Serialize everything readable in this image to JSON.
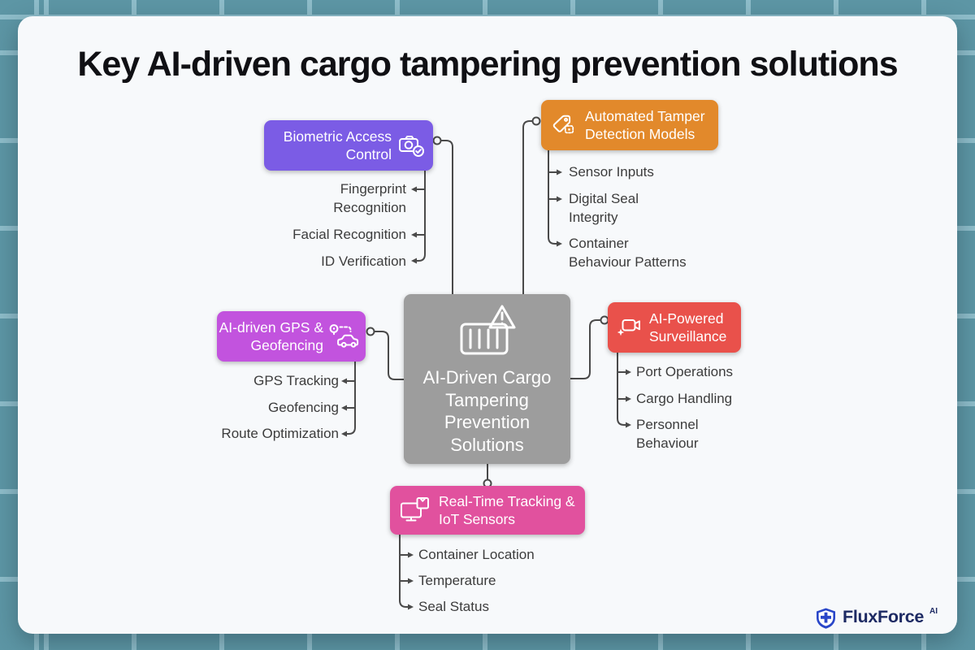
{
  "title": "Key AI-driven cargo tampering prevention solutions",
  "center": {
    "label": "AI-Driven Cargo\nTampering\nPrevention\nSolutions",
    "icon": "container-warning-icon",
    "color": "#9d9d9d"
  },
  "branches": {
    "biometric": {
      "label": "Biometric Access\nControl",
      "icon": "camera-verify-icon",
      "color": "#7b5ce5",
      "children": [
        "Fingerprint\nRecognition",
        "Facial Recognition",
        "ID Verification"
      ]
    },
    "tamper": {
      "label": "Automated Tamper\nDetection Models",
      "icon": "tag-icon",
      "color": "#e2892b",
      "children": [
        "Sensor Inputs",
        "Digital Seal\nIntegrity",
        "Container\nBehaviour Patterns"
      ]
    },
    "gps": {
      "label": "AI-driven GPS &\nGeofencing",
      "icon": "map-pin-car-icon",
      "color": "#c253de",
      "children": [
        "GPS Tracking",
        "Geofencing",
        "Route Optimization"
      ]
    },
    "surveillance": {
      "label": "AI-Powered\nSurveillance",
      "icon": "video-camera-icon",
      "color": "#e9514b",
      "children": [
        "Port Operations",
        "Cargo Handling",
        "Personnel\nBehaviour"
      ]
    },
    "tracking": {
      "label": "Real-Time Tracking &\nIoT Sensors",
      "icon": "monitor-package-icon",
      "color": "#e1519e",
      "children": [
        "Container Location",
        "Temperature",
        "Seal Status"
      ]
    }
  },
  "logo": {
    "brand": "FluxForce",
    "suffix": "AI"
  },
  "colors": {
    "background": "#5d96a5",
    "grid_line": "#8ebdca",
    "card": "#f7f9fb",
    "title_text": "#101014",
    "connector": "#4a4a4a",
    "child_text": "#3c3c3c",
    "logo_navy": "#1d2a63",
    "logo_blue": "#2a47c9"
  }
}
